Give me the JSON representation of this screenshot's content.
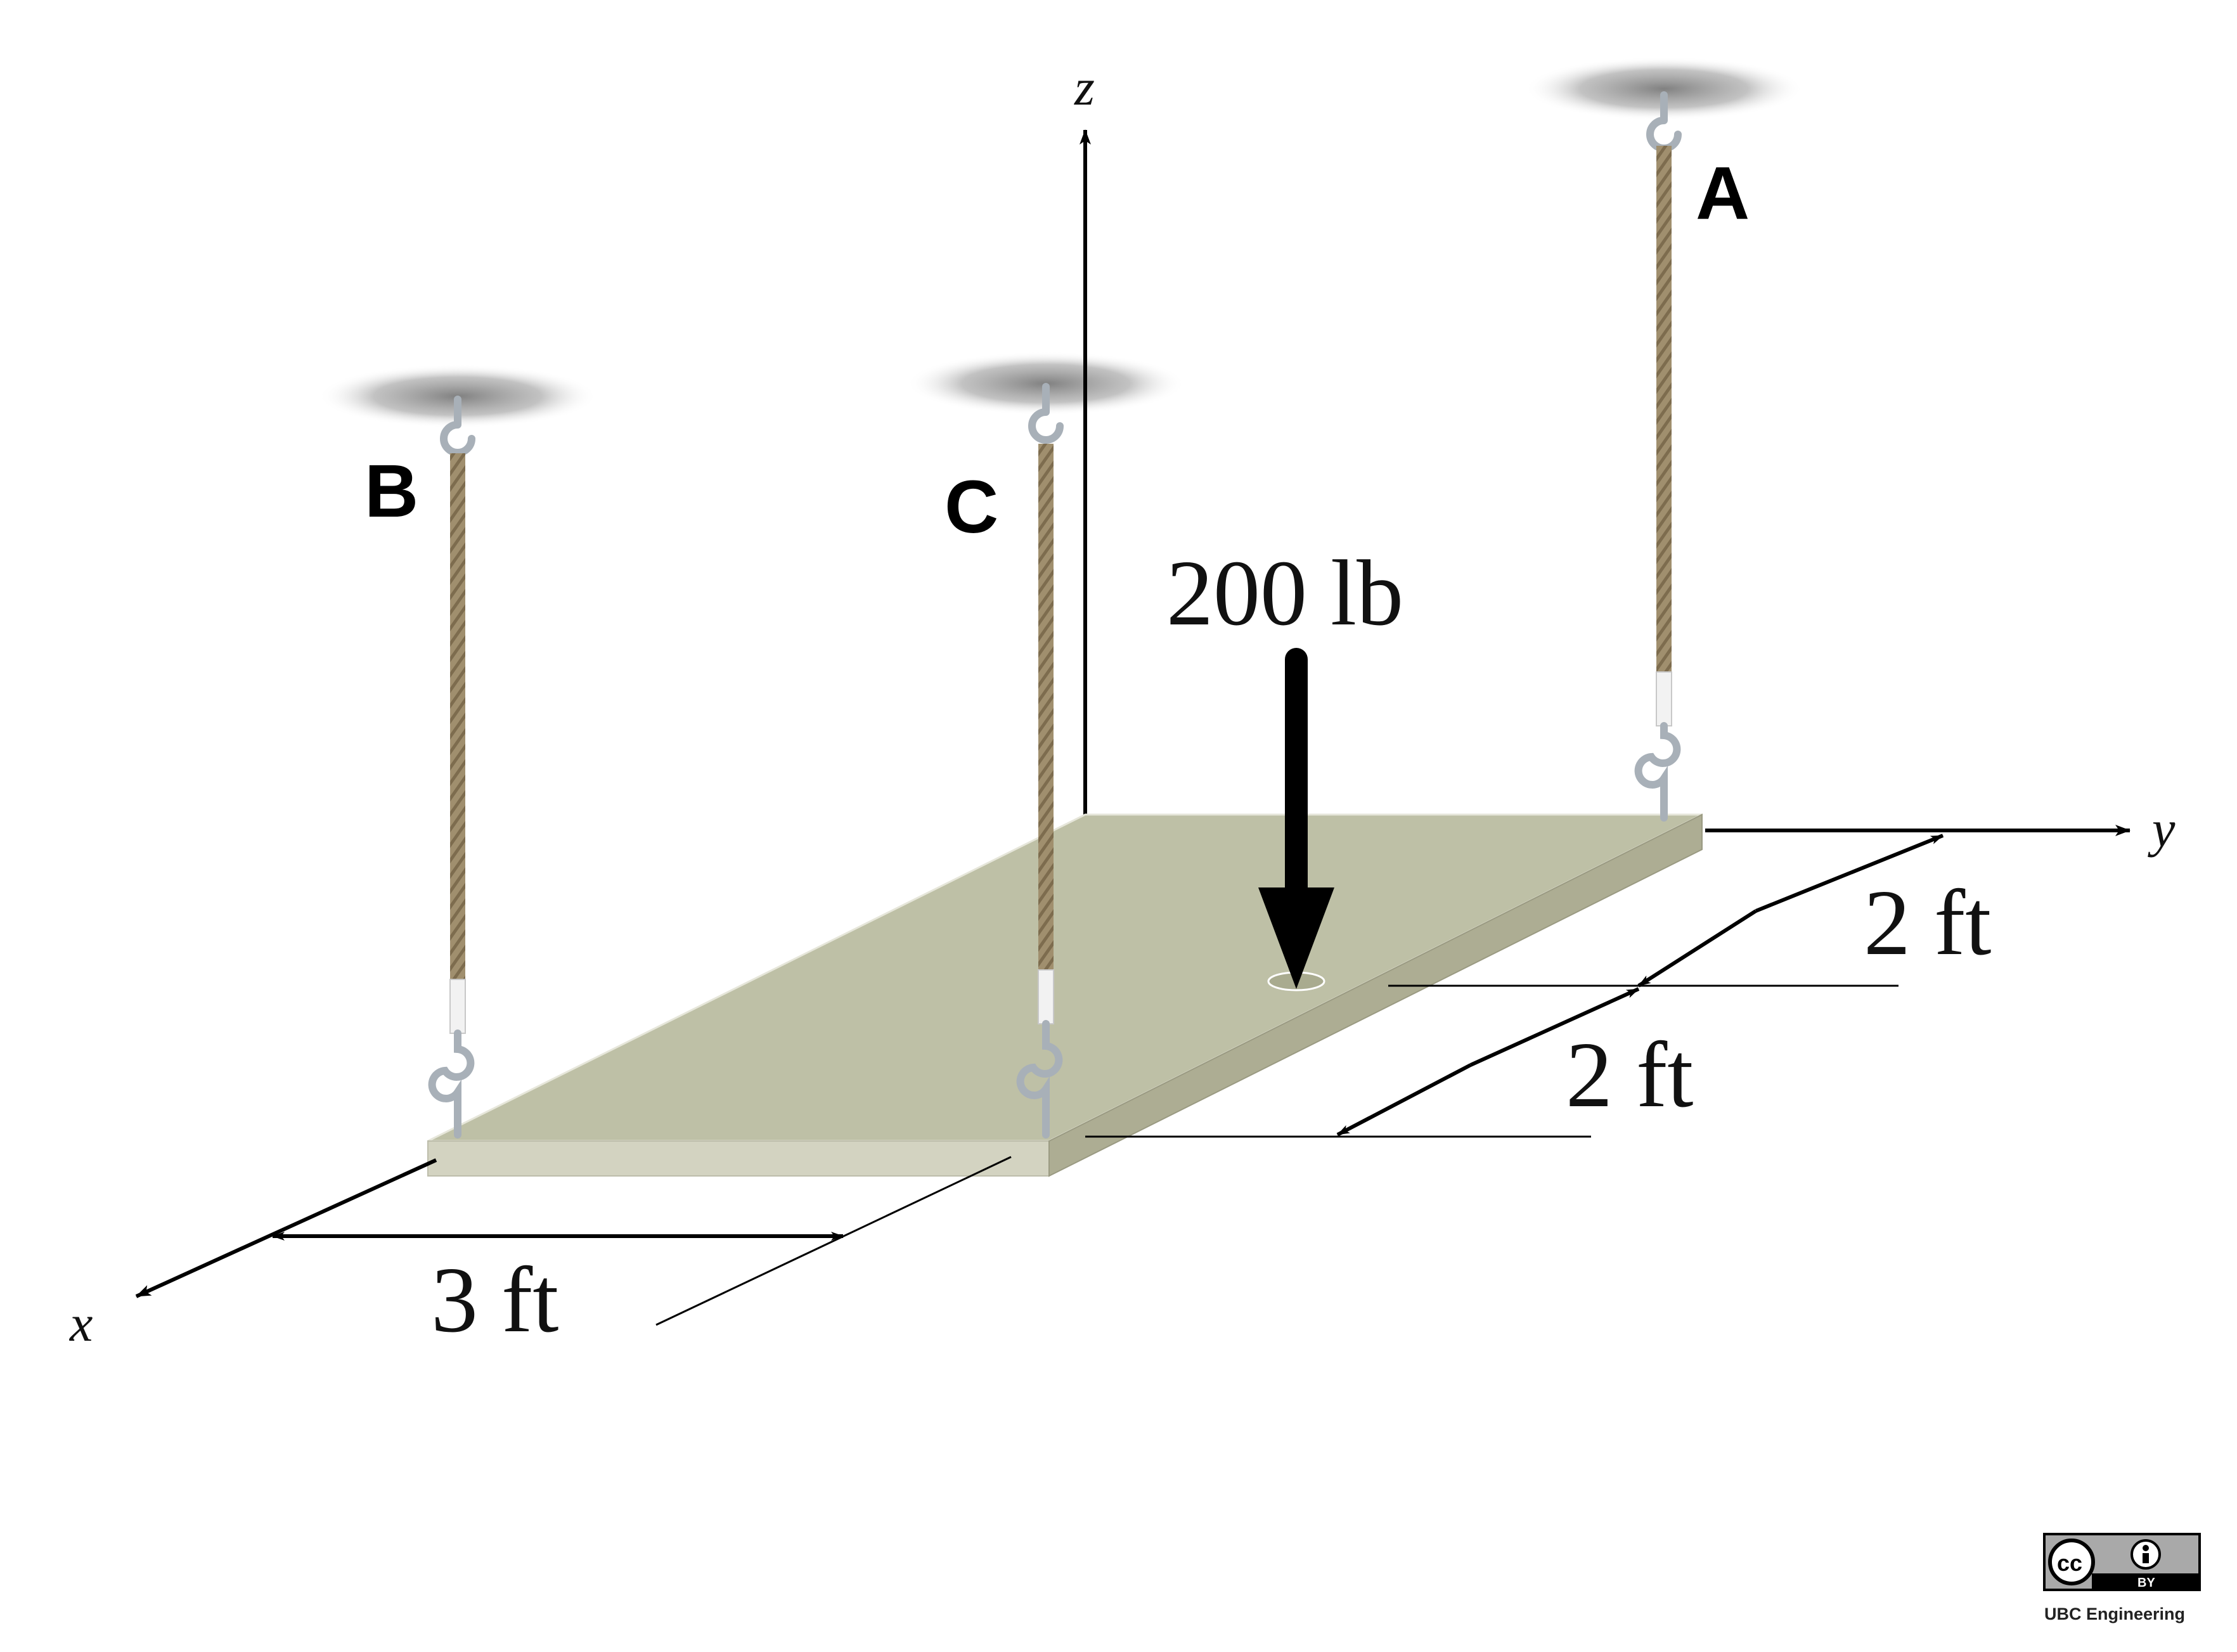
{
  "diagram": {
    "axes": {
      "x": "x",
      "y": "y",
      "z": "z"
    },
    "points": {
      "A": "A",
      "B": "B",
      "C": "C"
    },
    "load": "200 lb",
    "dimensions": {
      "x_span": "3 ft",
      "y_upper": "2 ft",
      "y_lower": "2 ft"
    },
    "license": {
      "cc": "cc",
      "by": "BY",
      "credit": "UBC Engineering"
    },
    "colors": {
      "plate_top": "#bec0a6",
      "plate_front": "#d3d3c1",
      "plate_side": "#adad93",
      "rope": "#9c8a6a",
      "hook": "#a8b0b8",
      "ceiling_shadow": "#8a8a8a"
    }
  }
}
